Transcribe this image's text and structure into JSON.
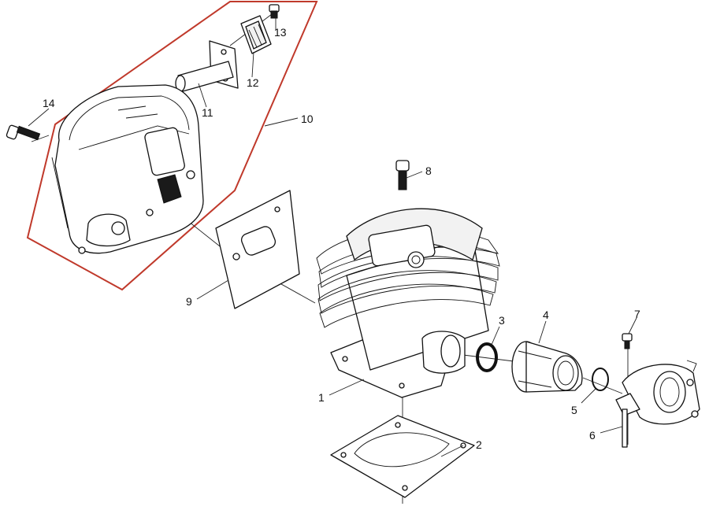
{
  "colors": {
    "background": "#ffffff",
    "line": "#111111",
    "highlight_outline": "#c0392b"
  },
  "callouts": {
    "p1": "1",
    "p2": "2",
    "p3": "3",
    "p4": "4",
    "p5": "5",
    "p6": "6",
    "p7": "7",
    "p8": "8",
    "p9": "9",
    "p10": "10",
    "p11": "11",
    "p12": "12",
    "p13": "13",
    "p14": "14"
  }
}
